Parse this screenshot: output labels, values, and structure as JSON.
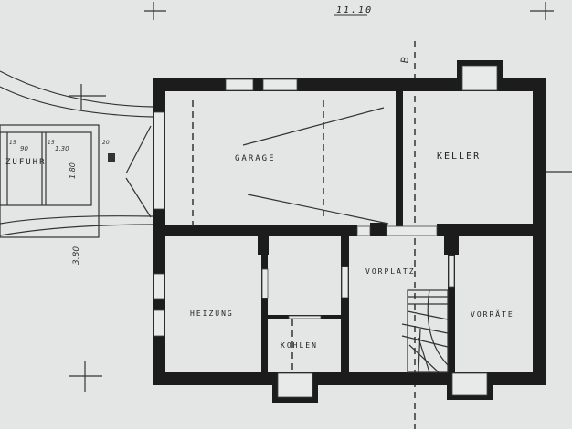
{
  "title": "11.10",
  "rooms": {
    "garage": "GARAGE",
    "keller": "KELLER",
    "vorplatz": "VORPLATZ",
    "heizung": "HEIZUNG",
    "kohlen": "KOHLEN",
    "vorraete": "VORRÄTE",
    "zufuhr": "ZUFUHR"
  },
  "dimensions": {
    "width_left": "90",
    "width_right": "1.30",
    "dim_15a": "15",
    "dim_15b": "15",
    "dim_20": "20",
    "dim_1_80": "1.80",
    "dim_3_80": "3.80"
  },
  "section_marker": "B"
}
